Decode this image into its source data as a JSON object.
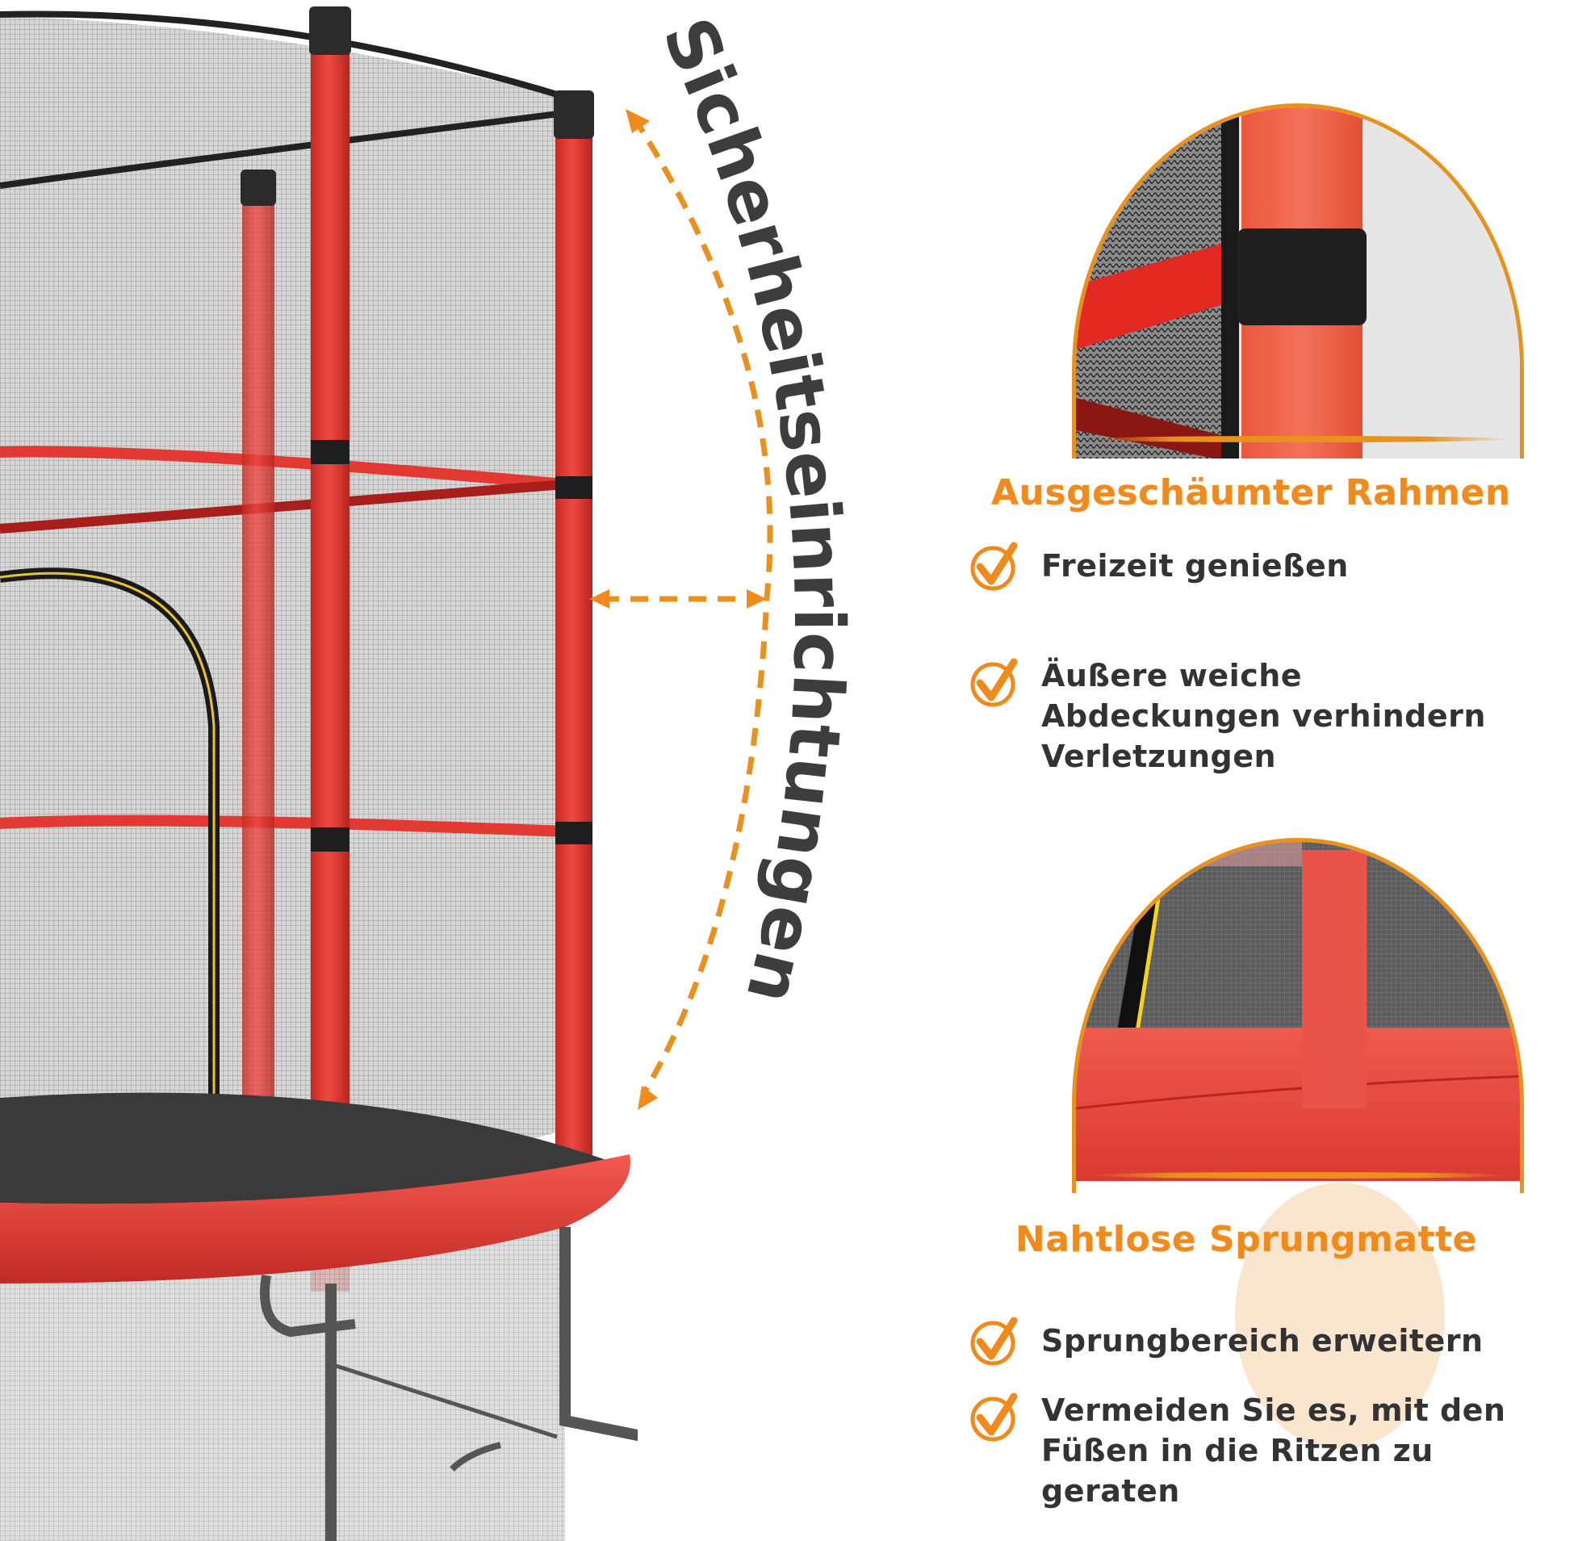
{
  "curved_heading": "Sicherheitseinrichtungen",
  "colors": {
    "accent_orange": "#f08a1c",
    "text_dark": "#333333",
    "frame_red": "#e23a33",
    "net_gray": "#cfcfcf",
    "peach": "#f9e2c6"
  },
  "sections": [
    {
      "title": "Ausgeschäumter Rahmen",
      "image": "foam-padded-pole-closeup",
      "items": [
        {
          "icon": "check-circle-icon",
          "text": "Freizeit genießen"
        },
        {
          "icon": "check-circle-icon",
          "text": "Äußere weiche Abdeckungen verhindern Verletzungen"
        }
      ]
    },
    {
      "title": "Nahtlose Sprungmatte",
      "image": "jump-mat-edge-closeup",
      "items": [
        {
          "icon": "check-circle-icon",
          "text": "Sprungbereich erweitern"
        },
        {
          "icon": "check-circle-icon",
          "text": "Vermeiden Sie es, mit den Füßen in die Ritzen zu geraten"
        }
      ]
    }
  ]
}
